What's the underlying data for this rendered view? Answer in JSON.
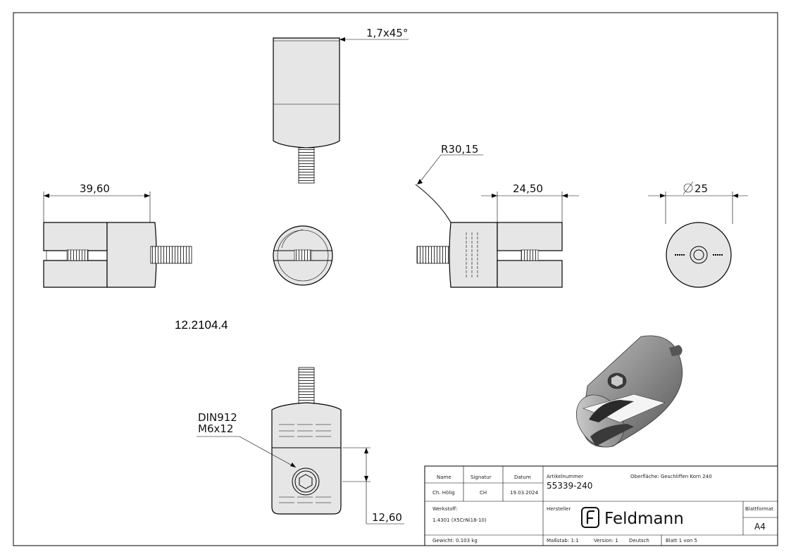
{
  "dimensions": {
    "chamfer": "1,7x45°",
    "radius": "R30,15",
    "length_left": "39,60",
    "width_right": "24,50",
    "diameter": "25",
    "height_bottom": "12,60"
  },
  "part_number": "12.2104.4",
  "screw_callout": {
    "line1": "DIN912",
    "line2": "M6x12"
  },
  "title_block": {
    "name_header": "Name",
    "signature_header": "Signatur",
    "date_header": "Datum",
    "name": "Ch. Hölig",
    "signature": "CH",
    "date": "19.03.2024",
    "article_label": "Artikelnummer",
    "article_number": "55339-240",
    "surface": "Oberfläche:  Geschliffen Korn 240",
    "material_label": "Werkstoff:",
    "material": "1.4301 (X5CrNi18-10)",
    "manufacturer_label": "Hersteller",
    "brand": "Feldmann",
    "sheet_format_label": "Blattformat",
    "sheet_format": "A4",
    "weight": "Gewicht: 0.103 kg",
    "scale": "Maßstab: 1:1",
    "version": "Version: 1",
    "language": "Deutsch",
    "sheet": "Blatt 1 von 5"
  }
}
